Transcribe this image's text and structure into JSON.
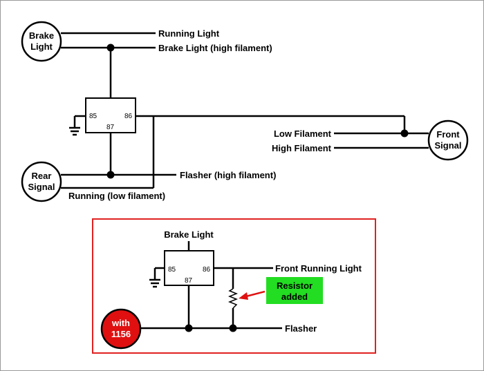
{
  "top": {
    "brake_light": {
      "line1": "Brake",
      "line2": "Light"
    },
    "rear_signal": {
      "line1": "Rear",
      "line2": "Signal"
    },
    "front_signal": {
      "line1": "Front",
      "line2": "Signal"
    },
    "relay": {
      "pin85": "85",
      "pin86": "86",
      "pin87": "87"
    },
    "labels": {
      "running_light": "Running Light",
      "brake_light_high": "Brake Light (high filament)",
      "low_filament": "Low Filament",
      "high_filament": "High Filament",
      "flasher_high": "Flasher (high filament)",
      "running_low": "Running (low filament)"
    }
  },
  "inset": {
    "border_color": "#e02020",
    "relay": {
      "pin85": "85",
      "pin86": "86",
      "pin87": "87"
    },
    "labels": {
      "brake_light": "Brake Light",
      "front_running_light": "Front Running Light",
      "flasher": "Flasher"
    },
    "bulb": {
      "line1": "with",
      "line2": "1156",
      "color": "#e01010"
    },
    "resistor_note": {
      "line1": "Resistor",
      "line2": "added",
      "color": "#22dd22"
    },
    "arrow_color": "#e01010"
  }
}
